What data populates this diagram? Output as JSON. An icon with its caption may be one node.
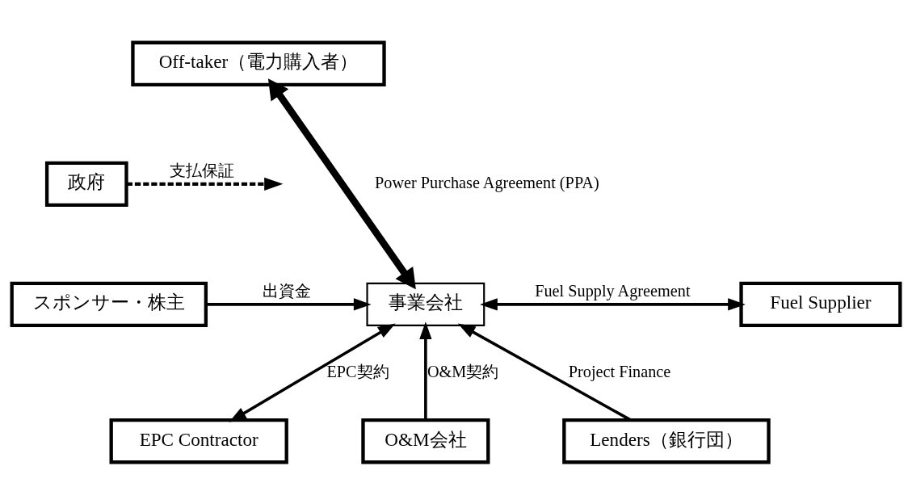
{
  "diagram": {
    "nodes": [
      {
        "text": [
          "Off-taker（電力購入者）"
        ]
      },
      {
        "text": [
          "政府"
        ]
      },
      {
        "text": [
          "スポンサー・株主"
        ]
      },
      {
        "text": [
          "事業会社"
        ]
      },
      {
        "text": [
          "Fuel Supplier"
        ]
      },
      {
        "text": [
          "O&M会社"
        ]
      },
      {
        "text": [
          "EPC Contractor"
        ]
      },
      {
        "text": [
          "Lenders（銀行団）"
        ]
      }
    ],
    "edges": [
      {
        "from": 3,
        "to": 0,
        "arrow": "both",
        "label": "Power Purchase Agreement (PPA)",
        "style": "thick"
      },
      {
        "from": 1,
        "to": null,
        "arrow": "to",
        "label": "支払保証",
        "style": "dashed"
      },
      {
        "from": 2,
        "to": 3,
        "arrow": "to",
        "label": "出資金"
      },
      {
        "from": 3,
        "to": 4,
        "arrow": "both",
        "label": "Fuel Supply Agreement"
      },
      {
        "from": 5,
        "to": 3,
        "arrow": "to",
        "label": "O&M契約"
      },
      {
        "from": 3,
        "to": 6,
        "arrow": "both",
        "label": "EPC契約"
      },
      {
        "from": 7,
        "to": 3,
        "arrow": "to",
        "label": "Project Finance"
      }
    ]
  }
}
